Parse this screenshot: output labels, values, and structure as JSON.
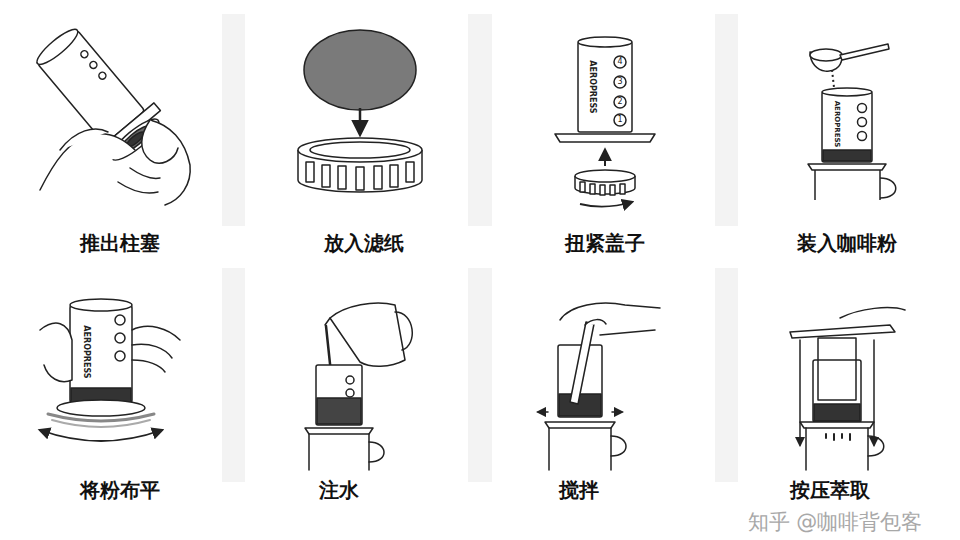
{
  "diagram": {
    "labels": [
      "推出柱塞",
      "放入滤纸",
      "扭紧盖子",
      "装入咖啡粉",
      "将粉布平",
      "注水",
      "搅拌",
      "按压萃取",
      "AEROPRESS",
      "4",
      "3",
      "2",
      "1",
      "AEROPRESS",
      "AEROPRESS",
      "知乎 @咖啡背包客"
    ]
  }
}
